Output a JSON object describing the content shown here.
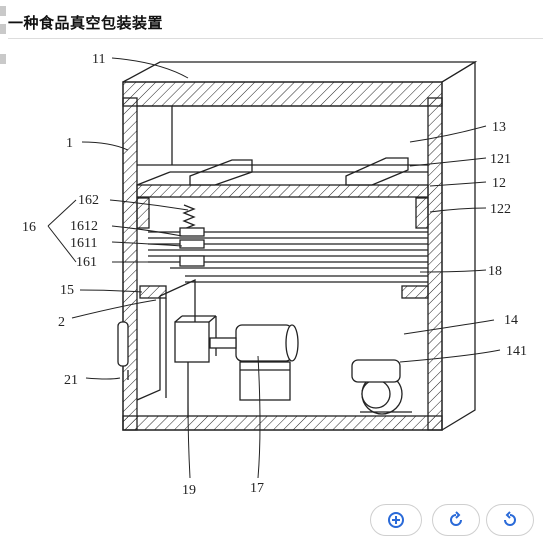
{
  "window": {
    "title": "一种食品真空包装装置"
  },
  "figure": {
    "labels": {
      "l11": "11",
      "l1": "1",
      "l13": "13",
      "l121": "121",
      "l12": "12",
      "l162": "162",
      "l122": "122",
      "l16": "16",
      "l1612": "1612",
      "l1611": "1611",
      "l161": "161",
      "l18": "18",
      "l15": "15",
      "l14": "14",
      "l2": "2",
      "l141": "141",
      "l21": "21",
      "l19": "19",
      "l17": "17"
    }
  },
  "toolbar": {
    "zoom_icon": "zoom-in-icon",
    "rotate_icon": "rotate-icon",
    "reset_icon": "undo-icon"
  },
  "colors": {
    "line": "#222222",
    "accent": "#2a6ad8"
  }
}
